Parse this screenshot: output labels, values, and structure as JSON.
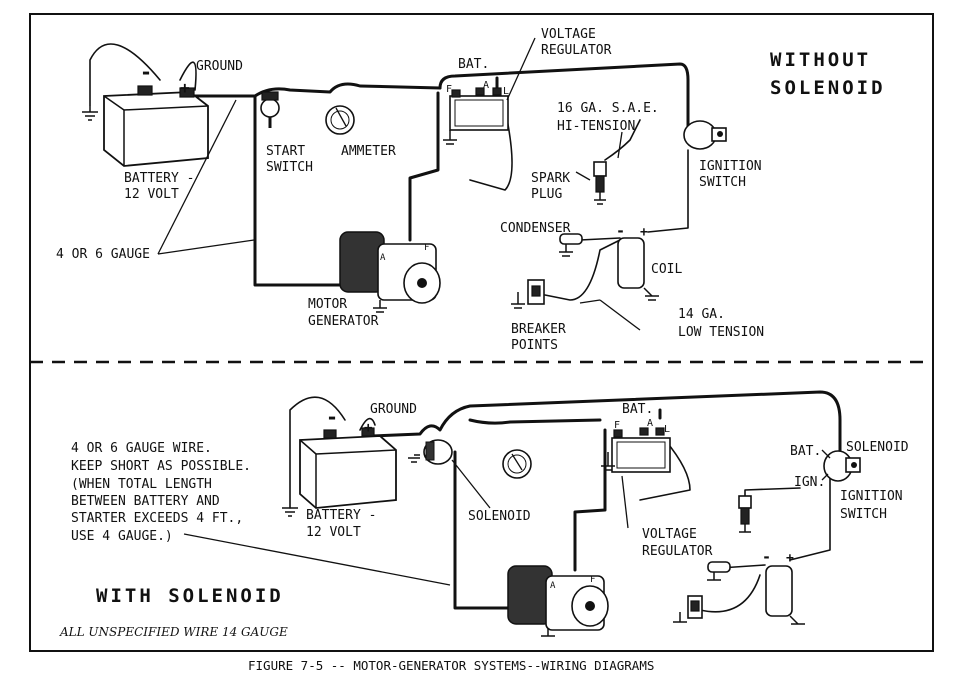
{
  "top_diagram": {
    "title_line1": "WITHOUT",
    "title_line2": "SOLENOID",
    "labels": {
      "ground": "GROUND",
      "bat": "BAT.",
      "voltage_regulator_line1": "VOLTAGE",
      "voltage_regulator_line2": "REGULATOR",
      "battery_line1": "BATTERY -",
      "battery_line2": "12 VOLT",
      "start_switch_line1": "START",
      "start_switch_line2": "SWITCH",
      "ammeter": "AMMETER",
      "hi_tension_line1": "16 GA. S.A.E.",
      "hi_tension_line2": "HI-TENSION",
      "ignition_switch_line1": "IGNITION",
      "ignition_switch_line2": "SWITCH",
      "spark_plug_line1": "SPARK",
      "spark_plug_line2": "PLUG",
      "condenser": "CONDENSER",
      "coil": "COIL",
      "gauge_wire": "4 OR 6 GAUGE",
      "motor_generator_line1": "MOTOR",
      "motor_generator_line2": "GENERATOR",
      "breaker_points_line1": "BREAKER",
      "breaker_points_line2": "POINTS",
      "low_tension_line1": "14 GA.",
      "low_tension_line2": "LOW TENSION",
      "terminal_f": "F",
      "terminal_a": "A",
      "terminal_l": "L",
      "minus": "-",
      "plus": "+"
    }
  },
  "bottom_diagram": {
    "title": "WITH SOLENOID",
    "note": "ALL UNSPECIFIED WIRE 14 GAUGE",
    "labels": {
      "ground": "GROUND",
      "bat": "BAT.",
      "bat_switch": "BAT.",
      "ign": "IGN.",
      "solenoid_switch": "SOLENOID",
      "ignition_switch_line1": "IGNITION",
      "ignition_switch_line2": "SWITCH",
      "gauge_note_line1": "4 OR 6 GAUGE WIRE.",
      "gauge_note_line2": "KEEP SHORT AS POSSIBLE.",
      "gauge_note_line3": "(WHEN TOTAL LENGTH",
      "gauge_note_line4": "BETWEEN BATTERY AND",
      "gauge_note_line5": "STARTER EXCEEDS 4 FT.,",
      "gauge_note_line6": "USE 4 GAUGE.)",
      "battery_line1": "BATTERY -",
      "battery_line2": "12 VOLT",
      "solenoid": "SOLENOID",
      "voltage_regulator_line1": "VOLTAGE",
      "voltage_regulator_line2": "REGULATOR",
      "terminal_f": "F",
      "terminal_a": "A",
      "terminal_l": "L",
      "minus": "-",
      "plus": "+"
    }
  },
  "caption": "FIGURE 7-5 -- MOTOR-GENERATOR SYSTEMS--WIRING DIAGRAMS"
}
